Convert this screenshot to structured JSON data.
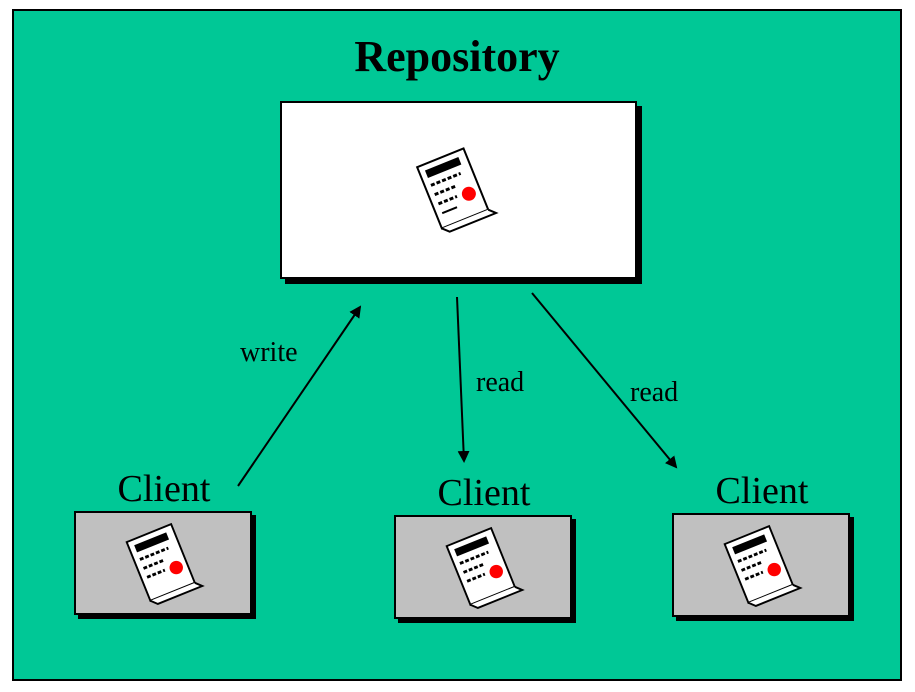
{
  "diagram": {
    "title": "Repository",
    "repository": {
      "icon": "document-icon"
    },
    "clients": [
      {
        "label": "Client",
        "icon": "document-icon"
      },
      {
        "label": "Client",
        "icon": "document-icon"
      },
      {
        "label": "Client",
        "icon": "document-icon"
      }
    ],
    "edges": [
      {
        "label": "write",
        "from": "client-1",
        "to": "repository"
      },
      {
        "label": "read",
        "from": "repository",
        "to": "client-2"
      },
      {
        "label": "read",
        "from": "repository",
        "to": "client-3"
      }
    ],
    "colors": {
      "background": "#00c896",
      "repository_box": "#ffffff",
      "client_box": "#c0c0c0",
      "seal": "#ff0000"
    }
  }
}
